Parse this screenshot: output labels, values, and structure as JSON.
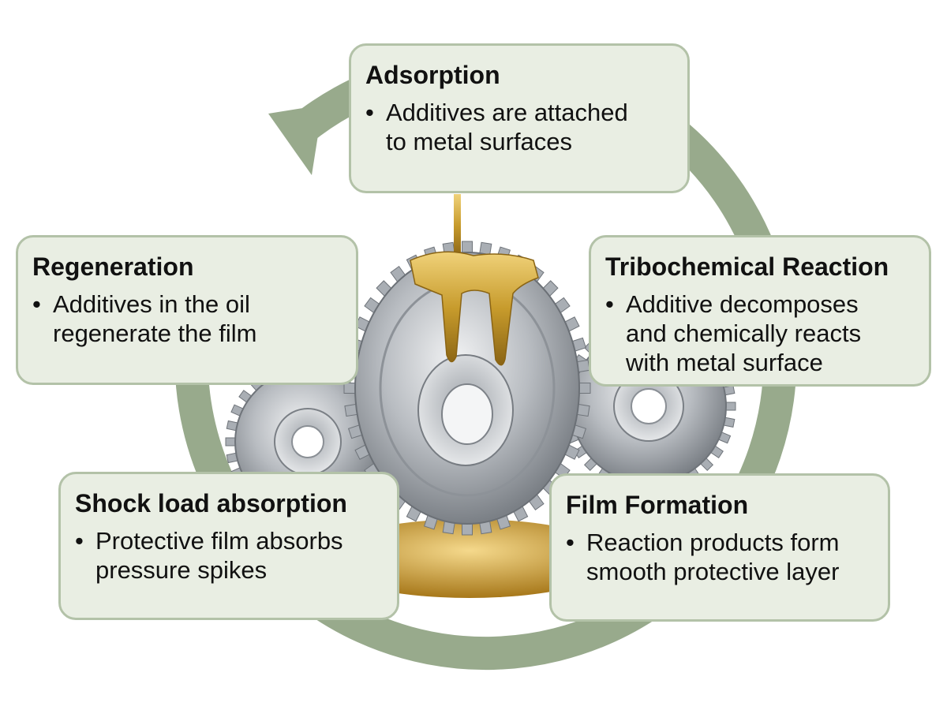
{
  "colors": {
    "cycle_ring": "#98aa8c",
    "box_fill": "#e9eee3",
    "box_border": "#b3c2a8",
    "steel": "#b9bdc2",
    "oil": "#c7a13a"
  },
  "steps": {
    "adsorption": {
      "title": "Adsorption",
      "bullet": "•",
      "text": "Additives are attached\nto metal surfaces"
    },
    "tribochemical": {
      "title": "Tribochemical Reaction",
      "bullet": "•",
      "text": "Additive decomposes\nand chemically reacts\nwith metal surface"
    },
    "film_formation": {
      "title": "Film Formation",
      "bullet": "•",
      "text": "Reaction products form\nsmooth protective layer"
    },
    "shock_load": {
      "title": "Shock load absorption",
      "bullet": "•",
      "text": "Protective film absorbs\npressure spikes"
    },
    "regeneration": {
      "title": "Regeneration",
      "bullet": "•",
      "text": "Additives in the oil\nregenerate the film"
    }
  }
}
